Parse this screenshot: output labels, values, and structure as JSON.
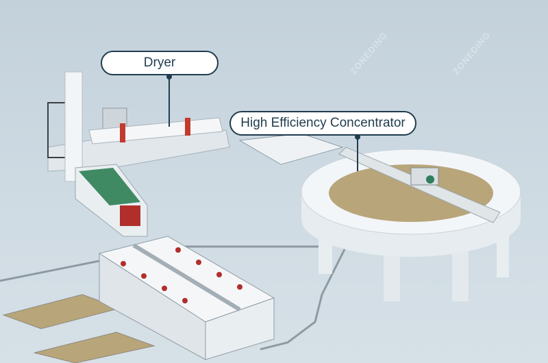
{
  "labels": {
    "dryer": "Dryer",
    "concentrator": "High Efficiency Concentrator"
  },
  "watermark": "ZONEDING",
  "colors": {
    "label_border": "#1f3b4d",
    "background": "#c9d6de",
    "sludge": "#b8a57a"
  }
}
